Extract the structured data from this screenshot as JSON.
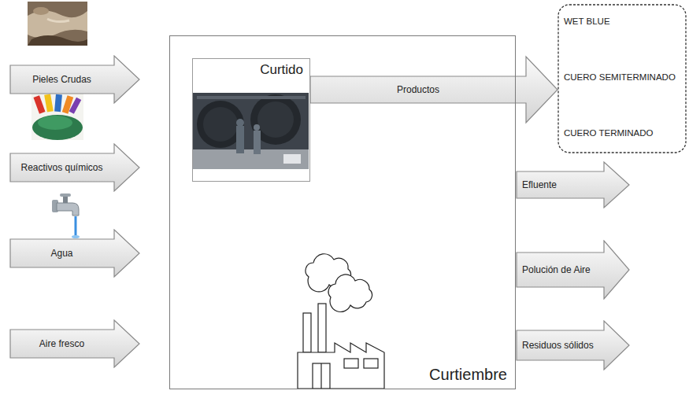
{
  "diagram": {
    "nodes": [
      {
        "text": [
          "Pieles Crudas"
        ]
      },
      {
        "text": [
          "Reactivos químicos"
        ]
      },
      {
        "text": [
          "Agua"
        ]
      },
      {
        "text": [
          "Aire fresco"
        ]
      },
      {
        "text": [
          "Curtiembre"
        ]
      },
      {
        "text": [
          "Curtido"
        ],
        "in": 4
      },
      {
        "text": [
          "WET BLUE",
          "CUERO SEMITERMINADO",
          "CUERO TERMINADO"
        ]
      },
      {
        "text": [
          "Efluente"
        ]
      },
      {
        "text": [
          "Polución de Aire"
        ]
      },
      {
        "text": [
          "Residuos sólidos"
        ]
      }
    ],
    "edges": [
      {
        "from": 5,
        "to": 6,
        "label": "Productos",
        "arrow": "to"
      }
    ]
  }
}
